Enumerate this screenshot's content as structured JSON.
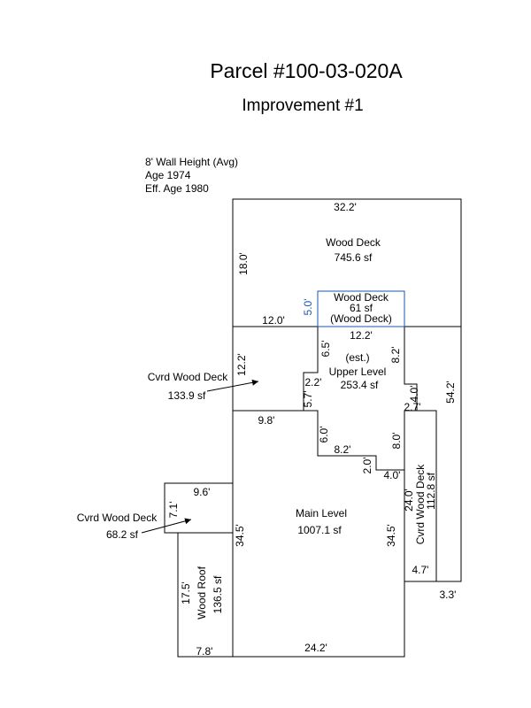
{
  "title": "Parcel #100-03-020A",
  "subtitle": "Improvement #1",
  "info": {
    "wall_height": "8' Wall Height (Avg)",
    "age": "Age 1974",
    "eff_age": "Eff. Age 1980"
  },
  "areas": {
    "wood_deck_main": {
      "name": "Wood Deck",
      "area": "745.6 sf"
    },
    "wood_deck_small": {
      "name": "Wood Deck",
      "area": "61 sf",
      "note": "(Wood Deck)"
    },
    "upper_level": {
      "est": "(est.)",
      "name": "Upper Level",
      "area": "253.4 sf"
    },
    "main_level": {
      "name": "Main Level",
      "area": "1007.1 sf"
    },
    "cvrd_deck_upper": {
      "name": "Cvrd Wood Deck",
      "area": "133.9 sf"
    },
    "cvrd_deck_left": {
      "name": "Cvrd Wood Deck",
      "area": "68.2 sf"
    },
    "cvrd_deck_right": {
      "name": "Cvrd Wood Deck",
      "area": "112.8 sf"
    },
    "wood_roof": {
      "name": "Wood Roof",
      "area": "136.5 sf"
    }
  },
  "dims": {
    "top": "32.2'",
    "deck_height": "18.0'",
    "small_deck_height": "5.0'",
    "ledge": "12.0'",
    "upper_top": "12.2'",
    "upper_left_a": "6.5'",
    "upper_right_a": "8.2'",
    "cvrd_height": "12.2'",
    "upper_left_b": "2.2'",
    "upper_left_c": "5.7'",
    "right_outer": "54.2'",
    "upper_right_b": "4.0'",
    "upper_right_c": "2.7'",
    "main_top": "9.8'",
    "step_a": "6.0'",
    "step_b": "8.2'",
    "step_c": "8.0'",
    "step_d": "2.0'",
    "step_e": "4.0'",
    "left_deck_top": "9.6'",
    "left_deck_side": "7.1'",
    "main_left": "34.5'",
    "main_right": "34.5'",
    "right_deck_side": "24.0'",
    "right_deck_bottom": "4.7'",
    "right_notch": "3.3'",
    "roof_side": "17.5'",
    "roof_bottom": "7.8'",
    "main_bottom": "24.2'"
  }
}
